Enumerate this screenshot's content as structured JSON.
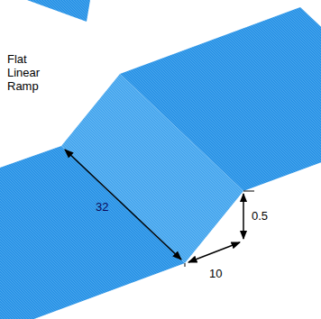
{
  "diagram": {
    "labels": [
      "Flat Linear Ramp",
      "32",
      "10",
      "0.5"
    ]
  }
}
